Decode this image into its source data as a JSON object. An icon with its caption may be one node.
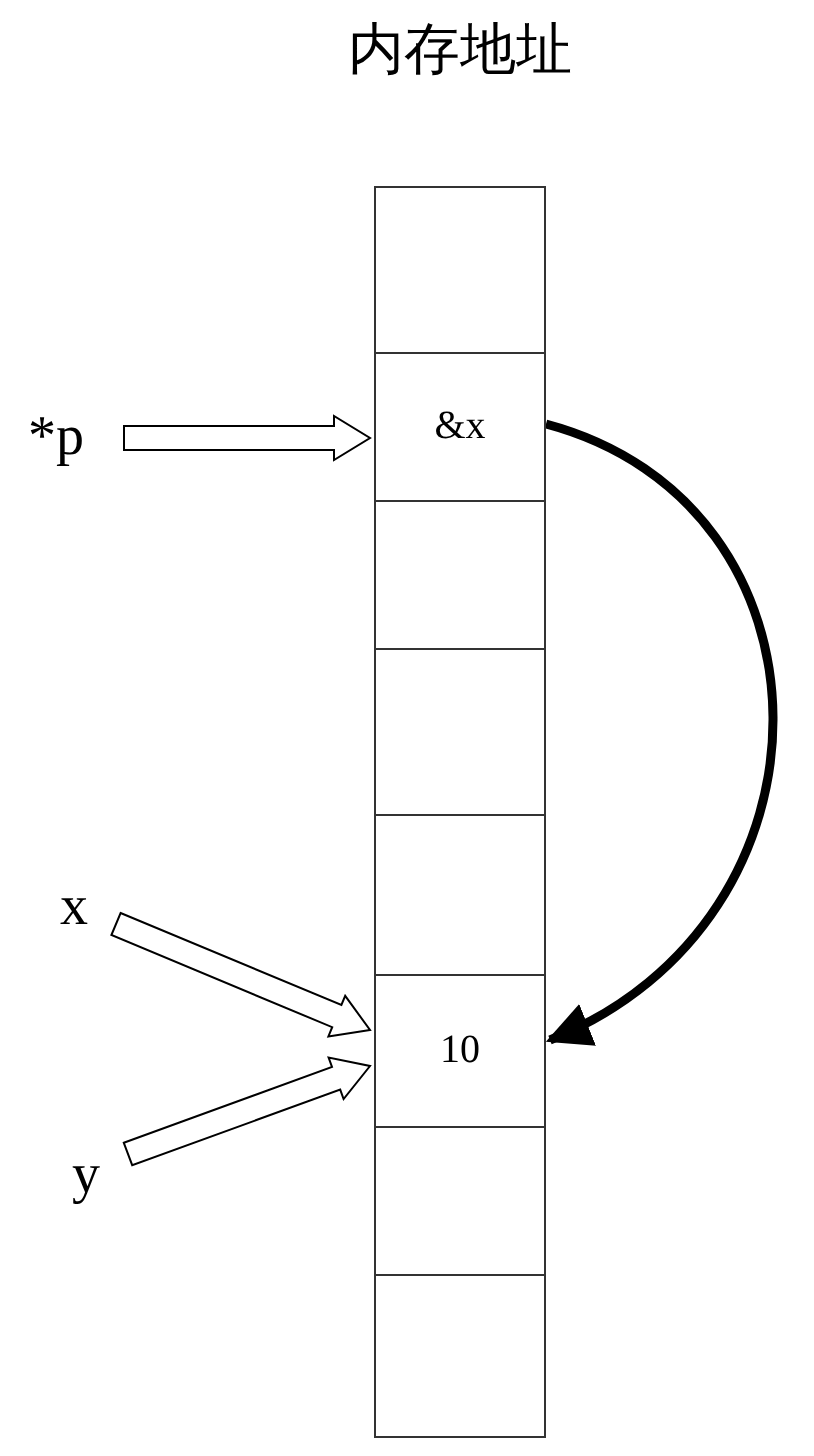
{
  "diagram": {
    "title": "内存地址",
    "nodes": [
      {
        "text": [],
        "shape": "box"
      },
      {
        "text": [
          "&x"
        ]
      },
      {
        "text": [],
        "shape": "box"
      },
      {
        "text": [],
        "shape": "box"
      },
      {
        "text": [],
        "shape": "box"
      },
      {
        "text": [
          "10"
        ]
      },
      {
        "text": [],
        "shape": "box"
      },
      {
        "text": [],
        "shape": "box"
      },
      {
        "text": [
          "*p"
        ]
      },
      {
        "text": [
          "x"
        ]
      },
      {
        "text": [
          "y"
        ]
      }
    ],
    "edges": [
      {
        "from": 8,
        "to": 1,
        "arrow": "to"
      },
      {
        "from": 9,
        "to": 5,
        "arrow": "to"
      },
      {
        "from": 10,
        "to": 5,
        "arrow": "to"
      },
      {
        "from": 1,
        "to": 5,
        "arrow": "to"
      }
    ]
  }
}
